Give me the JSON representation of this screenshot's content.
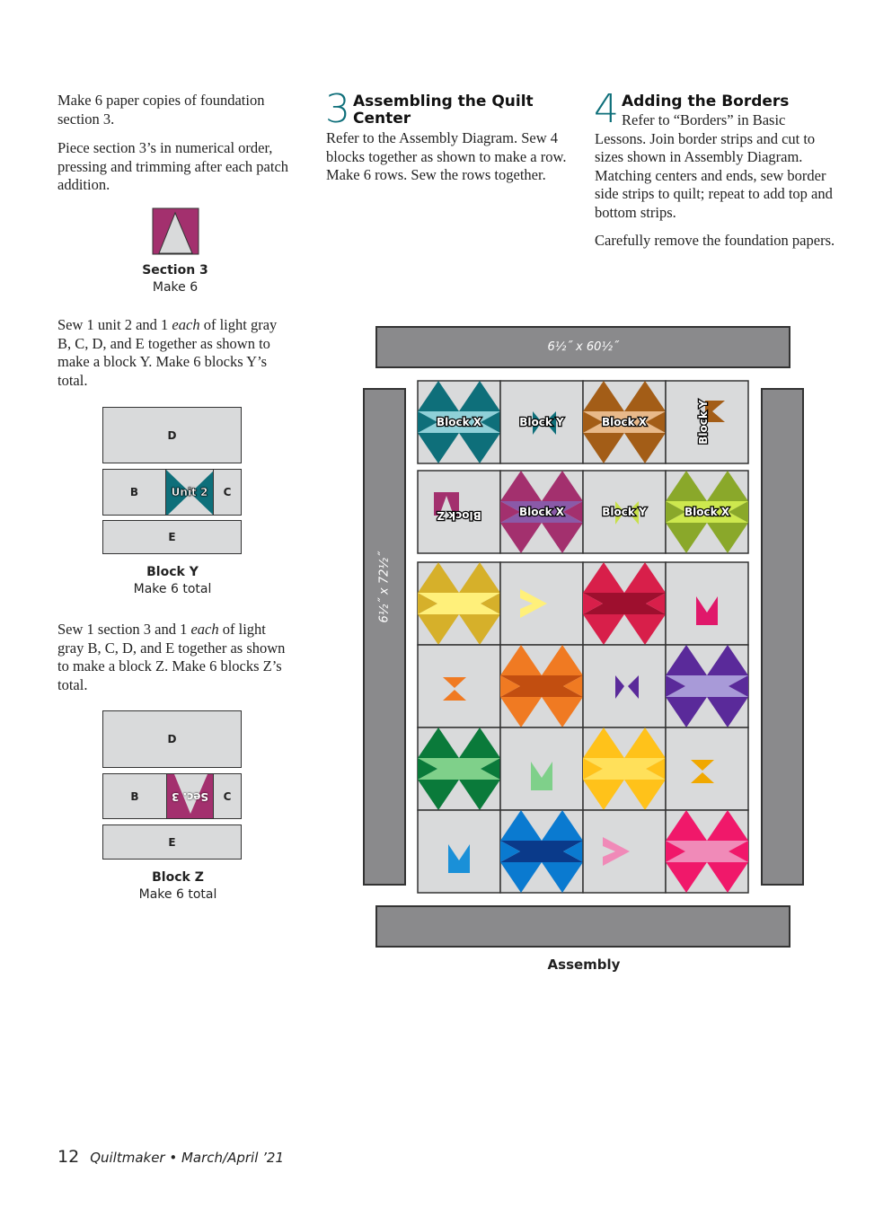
{
  "col1": {
    "p1": "Make 6 paper copies of foundation section 3.",
    "p2": "Piece section 3’s in numerical order, pressing and trimming after each patch addition.",
    "section_caption": {
      "title": "Section 3",
      "sub": "Make 6"
    },
    "p3_a": "Sew 1 unit 2 and 1 ",
    "p3_em": "each",
    "p3_b": " of light gray B, C, D, and E together as shown to make a block Y. Make 6 blocks Y’s total.",
    "blockY_diagram": {
      "d": "D",
      "b": "B",
      "unit": "Unit 2",
      "c": "C",
      "e": "E"
    },
    "blockY_caption": {
      "title": "Block Y",
      "sub": "Make 6 total"
    },
    "p4_a": "Sew 1 section 3 and 1 ",
    "p4_em": "each",
    "p4_b": " of light gray B, C, D, and E together as shown to make a block Z. Make 6 blocks Z’s total.",
    "blockZ_diagram": {
      "d": "D",
      "b": "B",
      "unit": "Sec. 3",
      "c": "C",
      "e": "E"
    },
    "blockZ_caption": {
      "title": "Block Z",
      "sub": "Make 6 total"
    }
  },
  "step3": {
    "number": "3",
    "title": "Assembling the Quilt Center",
    "body": "Refer to the Assembly Diagram. Sew 4 blocks together as shown to make a row. Make 6 rows. Sew the rows together."
  },
  "step4": {
    "number": "4",
    "title": "Adding the Borders",
    "body": "Refer to “Borders” in Basic Lessons. Join border strips and cut to sizes shown in Assembly Diagram. Matching centers and ends, sew border side strips to quilt; repeat to add top and bottom strips.",
    "body2": "Carefully remove the foundation papers."
  },
  "assembly": {
    "top_border_label": "6½˝ x 60½˝",
    "side_border_label": "6½˝ x 72½˝",
    "caption": "Assembly",
    "rows": [
      [
        {
          "t": "X",
          "c": "#0e6f7a",
          "l": "#8fd0d8",
          "label": "Block X"
        },
        {
          "t": "Y",
          "c": "#0e6f7a",
          "label": "Block Y"
        },
        {
          "t": "X",
          "c": "#a35d17",
          "l": "#e8b98a",
          "label": "Block X"
        },
        {
          "t": "Yr",
          "c": "#a35d17",
          "label": "Block Y"
        }
      ],
      [
        {
          "t": "Zr",
          "c": "#a3306e",
          "label": "Block Z"
        },
        {
          "t": "X",
          "c": "#a3306e",
          "l": "#8a5aa8",
          "label": "Block X"
        },
        {
          "t": "Y",
          "c": "#c8e04a",
          "label": "Block Y"
        },
        {
          "t": "X",
          "c": "#8aa82a",
          "l": "#cde84e",
          "label": "Block X"
        }
      ],
      [
        {
          "t": "X",
          "c": "#d6b02a",
          "l": "#fff07a"
        },
        {
          "t": "Ys",
          "c": "#fff07a"
        },
        {
          "t": "X",
          "c": "#d81f4a",
          "l": "#9e0f2e"
        },
        {
          "t": "Z",
          "c": "#e0186a"
        }
      ],
      [
        {
          "t": "Yv",
          "c": "#f07a22"
        },
        {
          "t": "X",
          "c": "#f07a22",
          "l": "#c24e10"
        },
        {
          "t": "Y",
          "c": "#5a2a9a"
        },
        {
          "t": "X",
          "c": "#5a2a9a",
          "l": "#a89ad8"
        }
      ],
      [
        {
          "t": "X",
          "c": "#0a7a3a",
          "l": "#7fd08a"
        },
        {
          "t": "Z",
          "c": "#7fd08a"
        },
        {
          "t": "X",
          "c": "#ffc21a",
          "l": "#ffe05a"
        },
        {
          "t": "Yv",
          "c": "#f0a800"
        }
      ],
      [
        {
          "t": "Z",
          "c": "#1a90d8"
        },
        {
          "t": "X",
          "c": "#0a7ad0",
          "l": "#0a3a8a"
        },
        {
          "t": "Ys",
          "c": "#f08ab8"
        },
        {
          "t": "X",
          "c": "#f0186a",
          "l": "#f08ab8"
        }
      ]
    ]
  },
  "footer": {
    "page": "12",
    "magazine": "Quiltmaker • March/April ’21"
  }
}
